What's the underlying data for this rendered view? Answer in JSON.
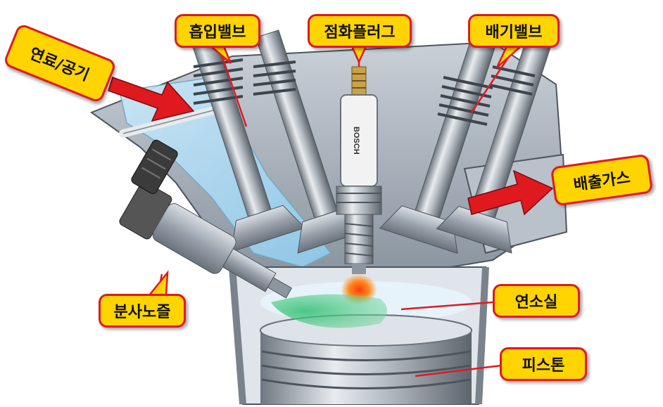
{
  "labels": {
    "fuel_air": "연료/공기",
    "intake_valve": "흡입밸브",
    "spark_plug": "점화플러그",
    "exhaust_valve": "배기밸브",
    "exhaust_gas": "배출가스",
    "injector": "분사노즐",
    "combustion_chamber": "연소실",
    "piston": "피스톤"
  },
  "brand": {
    "spark_plug_logo": "BOSCH"
  },
  "colors": {
    "callout_fill": "#ffd400",
    "callout_border": "#e0191f",
    "arrow": "#e0191f",
    "intake_flow": "#9fd3f0",
    "spray": "#2fbf71",
    "flame": "#ff6a1a",
    "metal": "#9aa3ad"
  }
}
